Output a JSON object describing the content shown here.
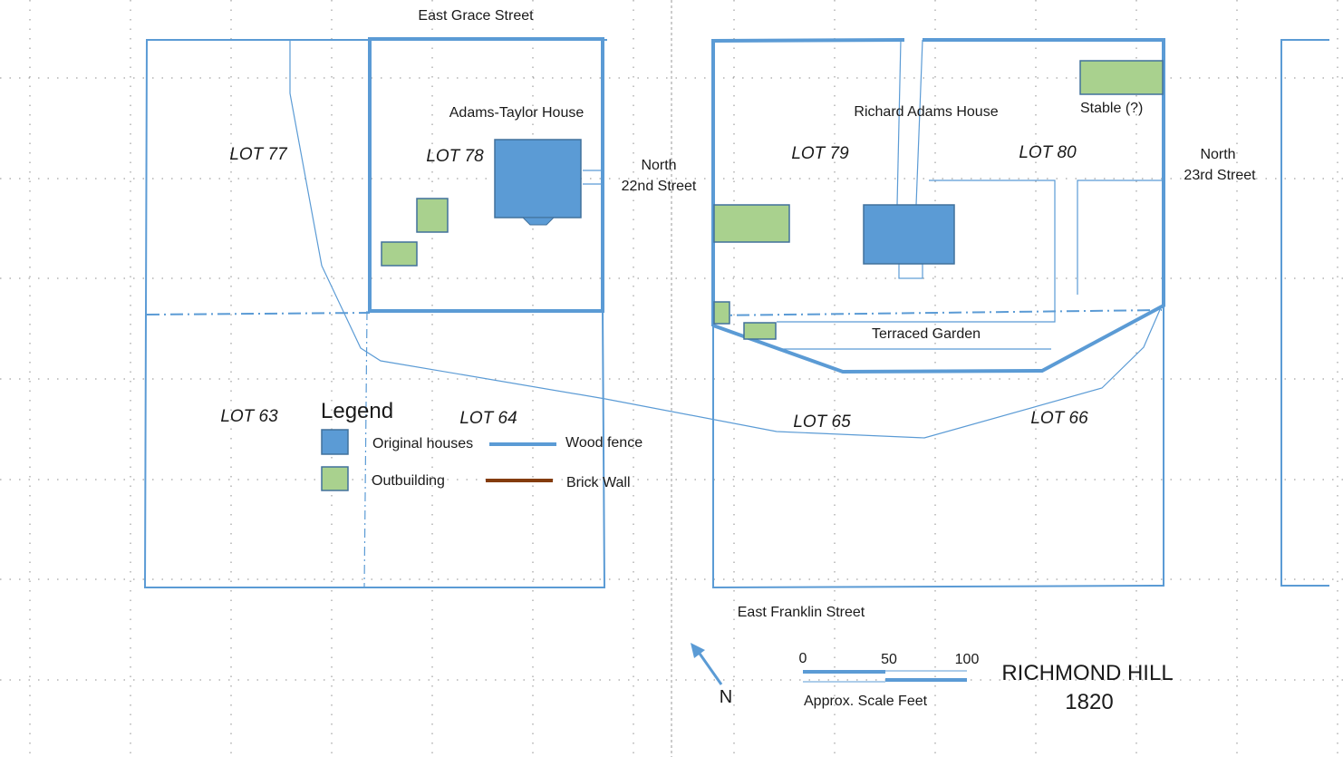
{
  "map": {
    "title": {
      "line1": "RICHMOND HILL",
      "line2": "1820"
    },
    "colors": {
      "fence": "#5b9bd5",
      "house_fill": "#5b9bd5",
      "house_stroke": "#41719c",
      "outbuilding_fill": "#a9d18e",
      "outbuilding_stroke": "#41719c",
      "brick_wall": "#843c0c",
      "grid": "#7f7f7f"
    },
    "streets": {
      "east_grace": "East Grace Street",
      "north_22nd": {
        "line1": "North",
        "line2": "22nd Street"
      },
      "north_23rd": {
        "line1": "North",
        "line2": "23rd Street"
      },
      "east_franklin": "East Franklin Street"
    },
    "buildings": {
      "adams_taylor": "Adams-Taylor House",
      "richard_adams": "Richard Adams House",
      "stable": "Stable (?)",
      "terraced_garden": "Terraced Garden"
    },
    "lots": {
      "lot77": "LOT 77",
      "lot78": "LOT 78",
      "lot79": "LOT 79",
      "lot80": "LOT 80",
      "lot63": "LOT 63",
      "lot64": "LOT 64",
      "lot65": "LOT 65",
      "lot66": "LOT 66"
    },
    "legend": {
      "title": "Legend",
      "original_houses": "Original houses",
      "outbuilding": "Outbuilding",
      "wood_fence": "Wood fence",
      "brick_wall": "Brick Wall"
    },
    "scale": {
      "tick0": "0",
      "tick50": "50",
      "tick100": "100",
      "caption": "Approx. Scale Feet"
    },
    "north_label": "N"
  }
}
